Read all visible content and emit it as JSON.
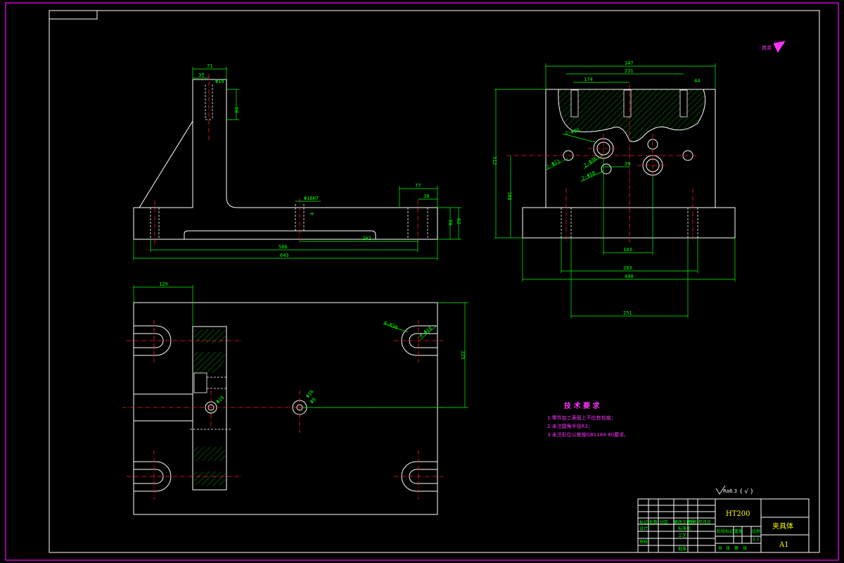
{
  "drawing": {
    "roughness_label": "其余",
    "roughness_value": "Ra6.3",
    "roughness_corner": "Ra6.3",
    "roughness_symbol": "(  √  )"
  },
  "front_view": {
    "dims": {
      "d71": "71",
      "d35": "35",
      "d10": "Φ10",
      "d50": "50",
      "hole_tol": "Φ18H7",
      "d77": "77",
      "d38": "38",
      "d58": "58",
      "d62": "62",
      "d566": "566",
      "d292": "292",
      "d643": "643",
      "d4": "4"
    }
  },
  "side_view": {
    "dims": {
      "d347": "347",
      "d231": "231",
      "d174": "174",
      "d44": "44",
      "d312": "312",
      "d168": "168",
      "d39": "39",
      "d103": "103",
      "d283": "283",
      "d490": "490",
      "d251": "251",
      "hole1": "2-Φ36",
      "hole2": "2-Φ21",
      "hole3": "2-Φ36",
      "hole4": "2-Φ58"
    }
  },
  "top_view": {
    "dims": {
      "d129": "129",
      "d325": "325",
      "slot1": "4-R30",
      "slot2": "4-Φ18",
      "c1": "Φ16",
      "c2": "Φ16",
      "c3": "Φ8"
    }
  },
  "tech_req": {
    "title": "技 术 要 求",
    "items": [
      "1.零件加工表面上不应有划痕；",
      "2.未注圆角半径R3；",
      "3.未注形位公差按GB1184-80要求。"
    ]
  },
  "title_block": {
    "material": "HT200",
    "part_name": "夹具体",
    "sheet_size": "A1",
    "scale": "1:1",
    "row1": [
      "标记",
      "处数",
      "分区",
      "更改文件号",
      "签名",
      "年月日"
    ],
    "row2": [
      "设计",
      "",
      "",
      "标准化",
      "",
      ""
    ],
    "row3": [
      "审核",
      "",
      "",
      "工艺",
      "",
      ""
    ],
    "row4": [
      "",
      "",
      "",
      "批准",
      "",
      ""
    ],
    "stage_labels": [
      "阶段标记",
      "重量",
      "比例"
    ],
    "sheet_labels": [
      "共",
      "张",
      "第",
      "张"
    ]
  }
}
